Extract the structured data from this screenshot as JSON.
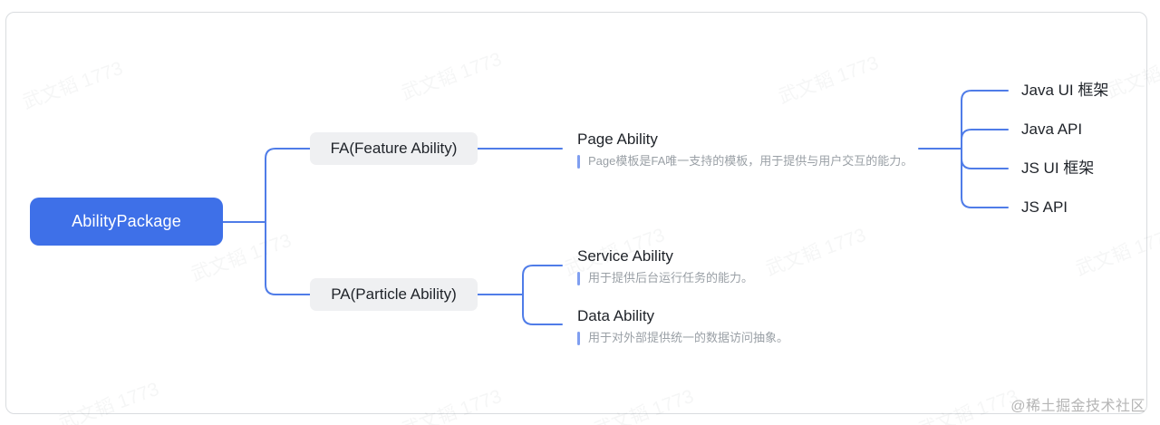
{
  "watermark": {
    "tile_text": "武文韬 1773",
    "credit": "@稀土掘金技术社区"
  },
  "mindmap": {
    "root": {
      "label": "AbilityPackage"
    },
    "branches": [
      {
        "label": "FA(Feature Ability)",
        "children": [
          {
            "title": "Page Ability",
            "desc": "Page模板是FA唯一支持的模板，用于提供与用户交互的能力。",
            "leaves": [
              "Java UI 框架",
              "Java API",
              "JS UI 框架",
              "JS API"
            ]
          }
        ]
      },
      {
        "label": "PA(Particle Ability)",
        "children": [
          {
            "title": "Service Ability",
            "desc": "用于提供后台运行任务的能力。"
          },
          {
            "title": "Data Ability",
            "desc": "用于对外部提供统一的数据访问抽象。"
          }
        ]
      }
    ]
  },
  "colors": {
    "accent": "#3e70e8",
    "node-bg": "#eff0f2",
    "line": "#4f7ce8",
    "bar": "#7f9ef0",
    "title": "#1f2329",
    "desc": "#9aa0a6",
    "border": "#d9dcdf",
    "credit": "#b5b5b5"
  }
}
